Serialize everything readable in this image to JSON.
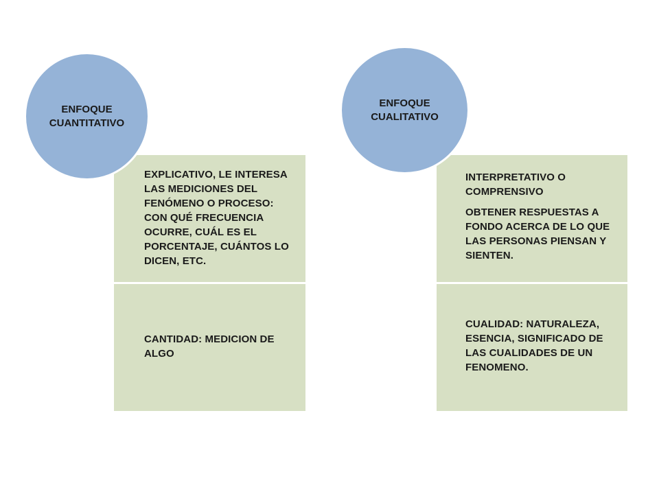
{
  "left": {
    "circle_label": "ENFOQUE CUANTITATIVO",
    "top_text": "EXPLICATIVO,  LE INTERESA LAS MEDICIONES DEL FENÓMENO O PROCESO: CON QUÉ FRECUENCIA OCURRE, CUÁL ES EL PORCENTAJE, CUÁNTOS LO DICEN, ETC.",
    "bottom_text": "CANTIDAD: MEDICION DE ALGO"
  },
  "right": {
    "circle_label": "ENFOQUE CUALITATIVO",
    "top_text_1": "INTERPRETATIVO O COMPRENSIVO",
    "top_text_2": "OBTENER RESPUESTAS A FONDO ACERCA DE LO QUE LAS PERSONAS PIENSAN Y SIENTEN.",
    "bottom_text": "CUALIDAD: NATURALEZA, ESENCIA, SIGNIFICADO DE LAS CUALIDADES DE UN FENOMENO."
  },
  "colors": {
    "box_fill": "#d7e0c4",
    "circle_fill": "#95b3d7",
    "text": "#1a1a1a"
  }
}
